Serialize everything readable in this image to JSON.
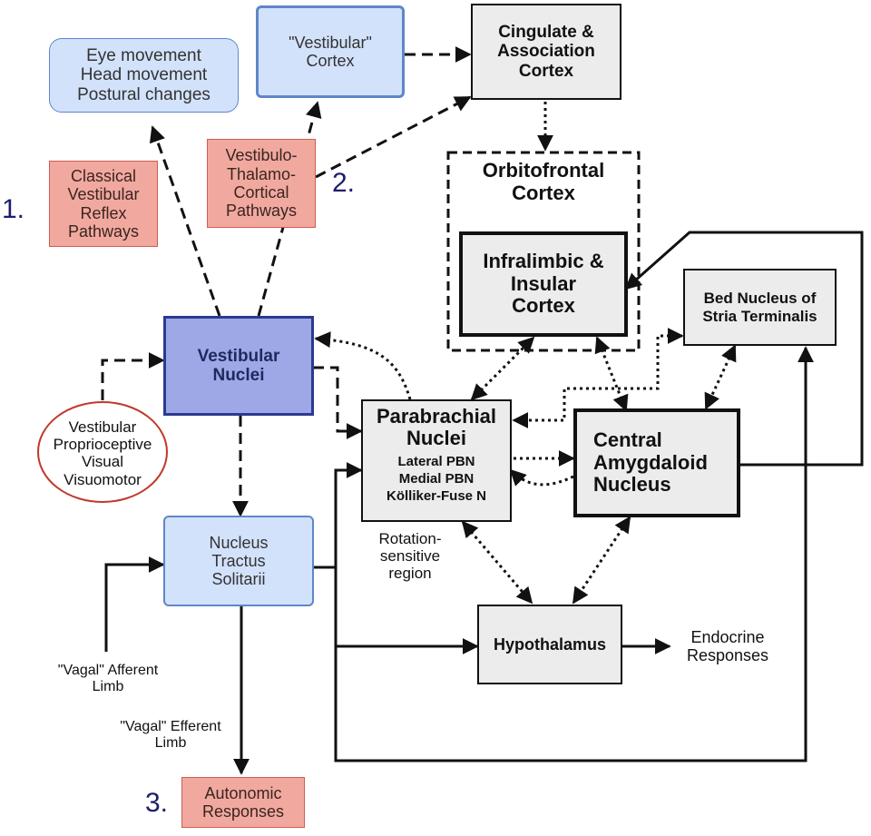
{
  "diagram": {
    "nodes": {
      "motor_output": "Eye movement\nHead movement\nPostural changes",
      "vestibular_cortex": "\"Vestibular\"\nCortex",
      "cingulate": "Cingulate &\nAssociation\nCortex",
      "classical_pathways": "Classical\nVestibular\nReflex\nPathways",
      "thalamocortical_pathways": "Vestibulo-\nThalamo-\nCortical\nPathways",
      "orbitofrontal": "Orbitofrontal\nCortex",
      "infralimbic": "Infralimbic &\nInsular\nCortex",
      "bed_nucleus": "Bed Nucleus of\nStria Terminalis",
      "vestibular_nuclei": "Vestibular\nNuclei",
      "inputs": "Vestibular\nProprioceptive\nVisual\nVisuomotor",
      "parabrachial_title": "Parabrachial\nNuclei",
      "parabrachial_sub": "Lateral PBN\nMedial PBN\nKölliker-Fuse N",
      "central_amygdaloid": "Central\nAmygdaloid\nNucleus",
      "nts": "Nucleus\nTractus\nSolitarii",
      "hypothalamus": "Hypothalamus",
      "autonomic": "Autonomic\nResponses"
    },
    "labels": {
      "rotation": "Rotation-\nsensitive\nregion",
      "endocrine": "Endocrine\nResponses",
      "vagal_afferent": "\"Vagal\" Afferent\nLimb",
      "vagal_efferent": "\"Vagal\" Efferent\nLimb"
    },
    "numbers": {
      "n1": "1.",
      "n2": "2.",
      "n3": "3."
    },
    "colors": {
      "neutral_fill": "#ececec",
      "nuclei_fill": "#9fa8e6",
      "light_blue_fill": "#d3e2fb",
      "pathway_fill": "#f1a99f",
      "input_circle_stroke": "#c0392b",
      "number_color": "#1d1d6e"
    }
  }
}
